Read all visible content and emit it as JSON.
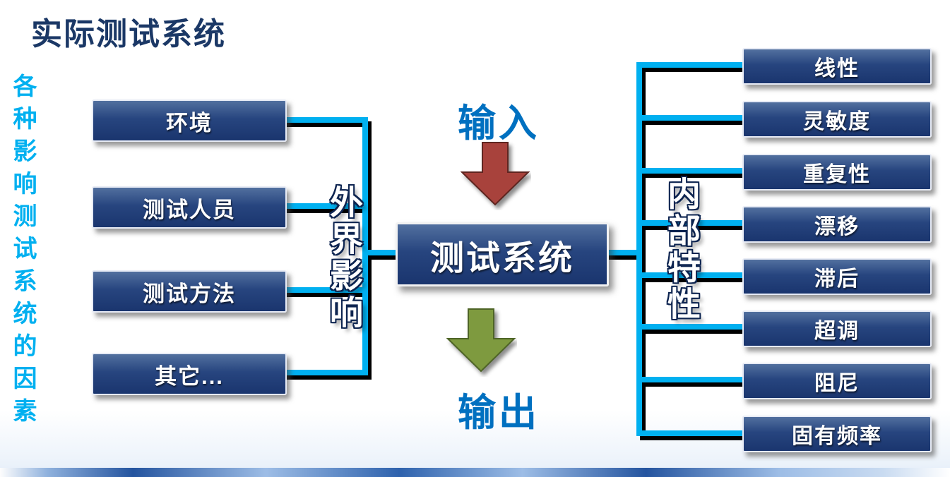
{
  "title": "实际测试系统",
  "left_caption": "各种影响测试系统的因素",
  "left_group": {
    "label": "外界影响",
    "boxes": [
      {
        "label": "环境"
      },
      {
        "label": "测试人员"
      },
      {
        "label": "测试方法"
      },
      {
        "label": "其它..."
      }
    ]
  },
  "center": {
    "input_label": "输入",
    "system_label": "测试系统",
    "output_label": "输出"
  },
  "right_group": {
    "label": "内部特性",
    "boxes": [
      {
        "label": "线性"
      },
      {
        "label": "灵敏度"
      },
      {
        "label": "重复性"
      },
      {
        "label": "漂移"
      },
      {
        "label": "滞后"
      },
      {
        "label": "超调"
      },
      {
        "label": "阻尼"
      },
      {
        "label": "固有频率"
      }
    ]
  },
  "colors": {
    "title_navy": "#1b3866",
    "box_blue": "#27457f",
    "accent_cyan": "#00b0f0",
    "io_blue": "#0070c0",
    "arrow_red": "#a8423c",
    "arrow_green": "#7e9a3f",
    "connector_black": "#000000"
  }
}
